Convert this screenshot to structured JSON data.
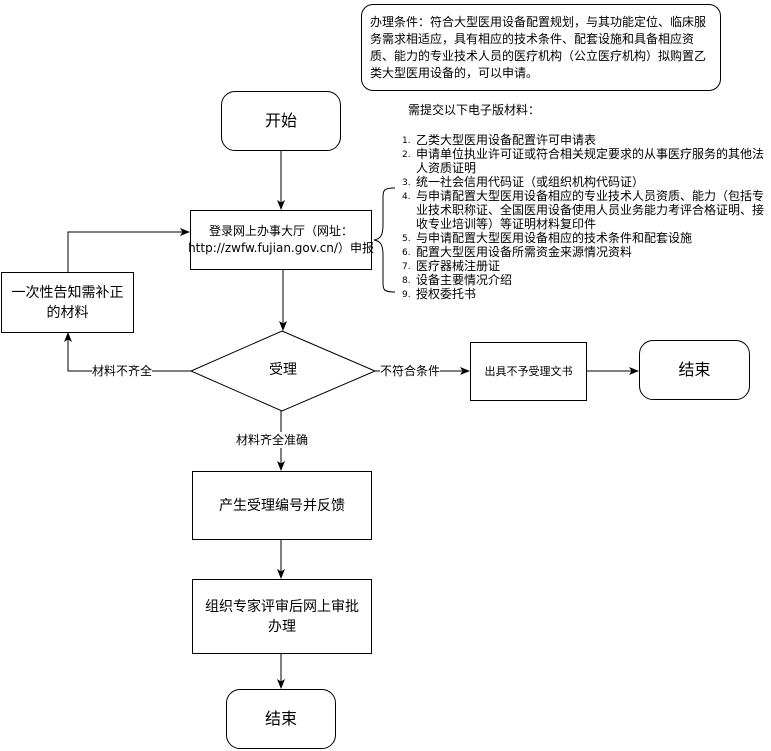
{
  "nodes": {
    "start": "开始",
    "portal_line1": "登录网上办事大厅（网址：",
    "portal_line2": "http://zwfw.fujian.gov.cn/）申报",
    "accept": "受理",
    "notify_line1": "一次性告知需补正",
    "notify_line2": "的材料",
    "reject_doc": "出具不予受理文书",
    "end_right": "结束",
    "feedback": "产生受理编号并反馈",
    "review_line1": "组织专家评审后网上审批",
    "review_line2": "办理",
    "end_bottom": "结束"
  },
  "edges": {
    "incomplete": "材料不齐全",
    "not_eligible": "不符合条件",
    "complete": "材料齐全准确"
  },
  "conditions": {
    "text": "办理条件：符合大型医用设备配置规划，与其功能定位、临床服务需求相适应，具有相应的技术条件、配套设施和具备相应资质、能力的专业技术人员的医疗机构（公立医疗机构）拟购置乙类大型医用设备的，可以申请。"
  },
  "materials": {
    "title": "需提交以下电子版材料：",
    "items": [
      {
        "num": "1.",
        "text": "乙类大型医用设备配置许可申请表"
      },
      {
        "num": "2.",
        "text": "申请单位执业许可证或符合相关规定要求的从事医疗服务的其他法人资质证明"
      },
      {
        "num": "3.",
        "text": "统一社会信用代码证（或组织机构代码证）"
      },
      {
        "num": "4.",
        "text": "与申请配置大型医用设备相应的专业技术人员资质、能力（包括专业技术职称证、全国医用设备使用人员业务能力考评合格证明、接收专业培训等）等证明材料复印件"
      },
      {
        "num": "5.",
        "text": "与申请配置大型医用设备相应的技术条件和配套设施"
      },
      {
        "num": "6.",
        "text": "配置大型医用设备所需资金来源情况资料"
      },
      {
        "num": "7.",
        "text": "医疗器械注册证"
      },
      {
        "num": "8.",
        "text": "设备主要情况介绍"
      },
      {
        "num": "9.",
        "text": "授权委托书"
      }
    ]
  }
}
